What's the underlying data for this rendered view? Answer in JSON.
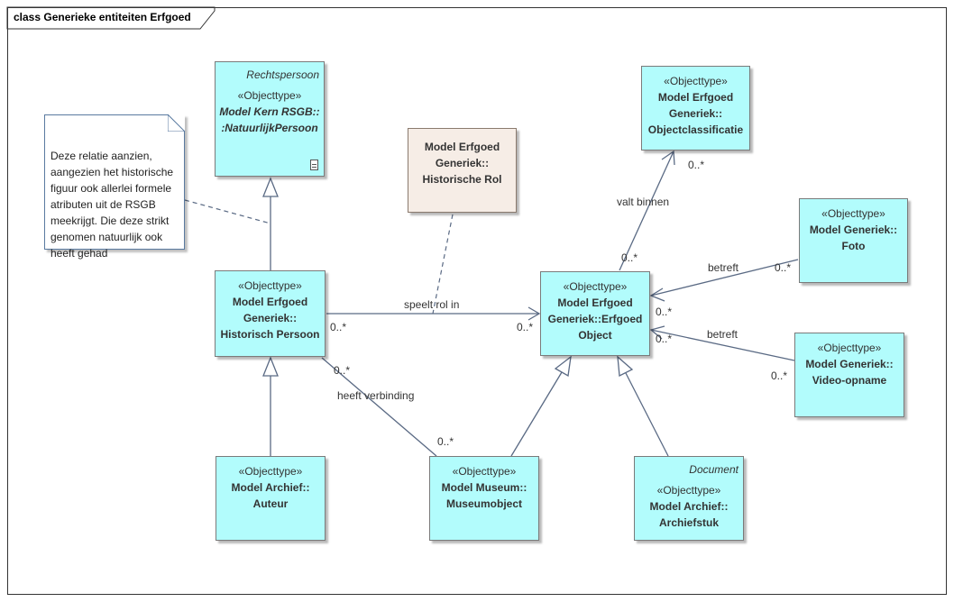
{
  "diagram": {
    "title": "class Generieke entiteiten Erfgoed",
    "classes": {
      "rechtspersoon": {
        "tag": "Rechtspersoon",
        "stereotype": "«Objecttype»",
        "name_line1": "Model Kern RSGB::",
        "name_line2": ":NatuurlijkPersoon",
        "icon": "document-icon"
      },
      "historische_rol": {
        "name_line1": "Model Erfgoed",
        "name_line2": "Generiek::",
        "name_line3": "Historische Rol"
      },
      "objectclassificatie": {
        "stereotype": "«Objecttype»",
        "name_line1": "Model Erfgoed",
        "name_line2": "Generiek::",
        "name_line3": "Objectclassificatie"
      },
      "foto": {
        "stereotype": "«Objecttype»",
        "name_line1": "Model Generiek::",
        "name_line2": "Foto"
      },
      "historisch_persoon": {
        "stereotype": "«Objecttype»",
        "name_line1": "Model Erfgoed",
        "name_line2": "Generiek::",
        "name_line3": "Historisch Persoon"
      },
      "erfgoed_object": {
        "stereotype": "«Objecttype»",
        "name_line1": "Model Erfgoed",
        "name_line2": "Generiek::Erfgoed",
        "name_line3": "Object"
      },
      "video_opname": {
        "stereotype": "«Objecttype»",
        "name_line1": "Model Generiek::",
        "name_line2": "Video-opname"
      },
      "auteur": {
        "stereotype": "«Objecttype»",
        "name_line1": "Model Archief::",
        "name_line2": "Auteur"
      },
      "museumobject": {
        "stereotype": "«Objecttype»",
        "name_line1": "Model Museum::",
        "name_line2": "Museumobject"
      },
      "archiefstuk": {
        "tag": "Document",
        "stereotype": "«Objecttype»",
        "name_line1": "Model Archief::",
        "name_line2": "Archiefstuk"
      }
    },
    "note": "Deze relatie aanzien,\naangezien het historische\nfiguur ook allerlei formele\natributen uit de RSGB\nmeekrijgt. Die deze strikt\ngenomen natuurlijk ook\nheeft gehad",
    "associations": {
      "speelt_rol_in": {
        "label": "speelt rol in",
        "mult_source": "0..*",
        "mult_target": "0..*"
      },
      "valt_binnen": {
        "label": "valt binnen",
        "mult_source": "0..*",
        "mult_target": "0..*"
      },
      "betreft_foto": {
        "label": "betreft",
        "mult_source": "0..*",
        "mult_target": "0..*"
      },
      "betreft_video": {
        "label": "betreft",
        "mult_source": "0..*",
        "mult_target": "0..*"
      },
      "heeft_verbinding": {
        "label": "heeft verbinding",
        "mult_source": "0..*",
        "mult_target": "0..*"
      }
    },
    "colors": {
      "class_fill": "#b2fcfc",
      "role_fill": "#f6ede6",
      "line": "#5a6a84",
      "note_border": "#5a7aa0"
    }
  }
}
